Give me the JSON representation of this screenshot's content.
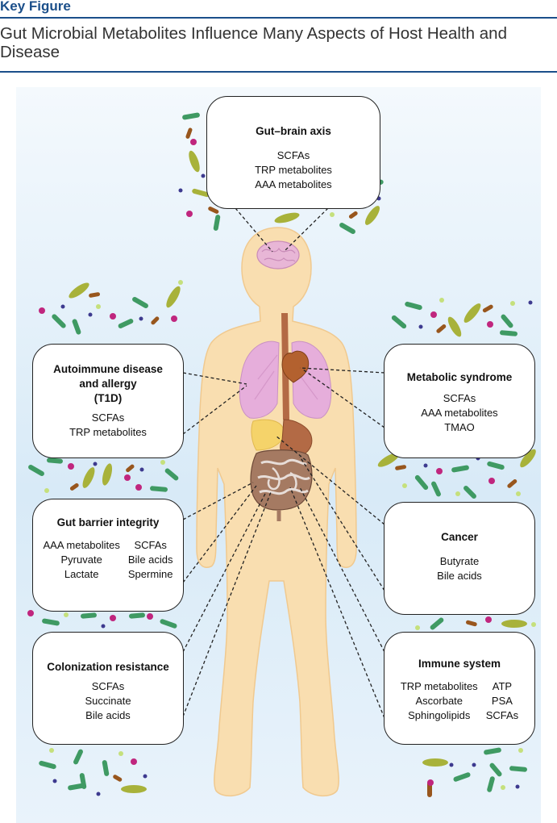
{
  "header": {
    "label": "Key Figure",
    "title": "Gut Microbial Metabolites Influence Many Aspects of Host Health and Disease"
  },
  "boxes": {
    "gut_brain": {
      "title": "Gut–brain axis",
      "items": [
        "SCFAs",
        "TRP metabolites",
        "AAA metabolites"
      ]
    },
    "autoimmune": {
      "title_lines": [
        "Autoimmune disease",
        "and allergy",
        "(T1D)"
      ],
      "items": [
        "SCFAs",
        "TRP metabolites"
      ]
    },
    "metabolic": {
      "title": "Metabolic syndrome",
      "items": [
        "SCFAs",
        "AAA metabolites",
        "TMAO"
      ]
    },
    "barrier": {
      "title": "Gut barrier integrity",
      "items": [
        "AAA metabolites",
        "SCFAs",
        "Pyruvate",
        "Bile acids",
        "Lactate",
        "Spermine"
      ]
    },
    "cancer": {
      "title": "Cancer",
      "items": [
        "Butyrate",
        "Bile acids"
      ]
    },
    "colonization": {
      "title": "Colonization resistance",
      "items": [
        "SCFAs",
        "Succinate",
        "Bile acids"
      ]
    },
    "immune": {
      "title": "Immune system",
      "items": [
        "TRP metabolites",
        "ATP",
        "Ascorbate",
        "PSA",
        "Sphingolipids",
        "SCFAs"
      ]
    }
  },
  "colors": {
    "accent": "#1b4f8a",
    "body": "#f9deb0",
    "lungs": "#e6aedb",
    "gut": "#a57a62",
    "microbe_green": "#3f9a63",
    "microbe_olive": "#a8b23a",
    "microbe_brown": "#98561d",
    "microbe_magenta": "#c0267e",
    "microbe_navy": "#3d3a8f",
    "microbe_lime": "#c5e07c"
  }
}
